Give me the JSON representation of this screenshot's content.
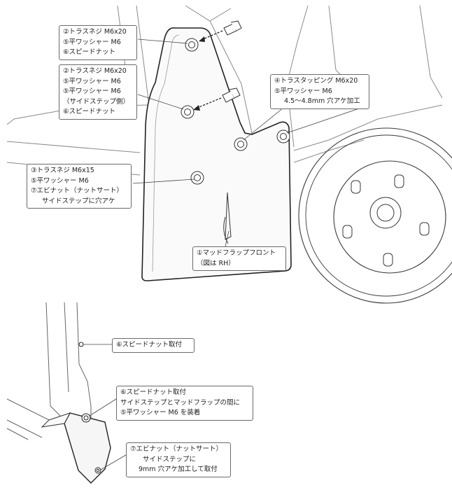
{
  "top_callouts": {
    "front_upper": [
      "②トラスネジ M6x20",
      "⑤平ワッシャー M6",
      "⑥スピードナット"
    ],
    "front_middle": [
      "②トラスネジ M6x20",
      "⑤平ワッシャー M6",
      "⑤平ワッシャー M6",
      "（サイドステップ側）",
      "⑥スピードナット"
    ],
    "front_lower": [
      "③トラスネジ M6x15",
      "⑤平ワッシャー M6",
      "⑦エビナット（ナットサート）",
      "サイドステップに穴アケ"
    ],
    "front_right": [
      "④トラスタッピング M6x20",
      "⑤平ワッシャー M6",
      "4.5～4.8mm 穴アケ加工"
    ],
    "part_name": [
      "①マッドフラップフロント",
      "（図は RH）"
    ]
  },
  "bottom_callouts": {
    "upper": [
      "⑥スピードナット取付"
    ],
    "middle": [
      "⑥スピードナット取付",
      "サイドステップとマッドフラップの間に",
      "⑤平ワッシャー M6 を装着"
    ],
    "lower": [
      "⑦エビナット（ナットサート）",
      "サイドステップに",
      "9mm 穴アケ加工して取付"
    ]
  },
  "colors": {
    "line": "#3a3a3a",
    "frame": "#6a6a6a",
    "ink": "#222222"
  }
}
